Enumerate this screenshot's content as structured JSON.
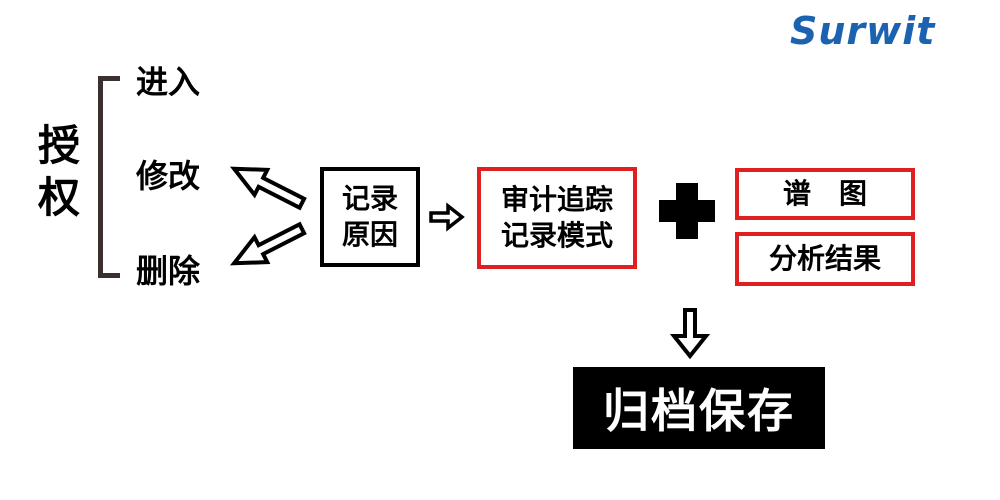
{
  "brand": {
    "logo": "Surwit",
    "color": "#1b63b0"
  },
  "authorization": {
    "title": "授权",
    "branches": [
      "进入",
      "修改",
      "删除"
    ]
  },
  "record_reason": {
    "lines": [
      "记录",
      "原因"
    ]
  },
  "audit_mode": {
    "lines": [
      "审计追踪",
      "记录模式"
    ]
  },
  "spectrum": {
    "label": "谱　图"
  },
  "analysis_result": {
    "label": "分析结果"
  },
  "archive": {
    "label": "归档保存"
  },
  "colors": {
    "accent_red": "#e02020",
    "black": "#000000",
    "bracket": "#3a3030"
  },
  "icons": [
    "hollow-arrow-left-up",
    "hollow-arrow-left-down",
    "hollow-arrow-right",
    "plus-icon",
    "hollow-arrow-down"
  ]
}
